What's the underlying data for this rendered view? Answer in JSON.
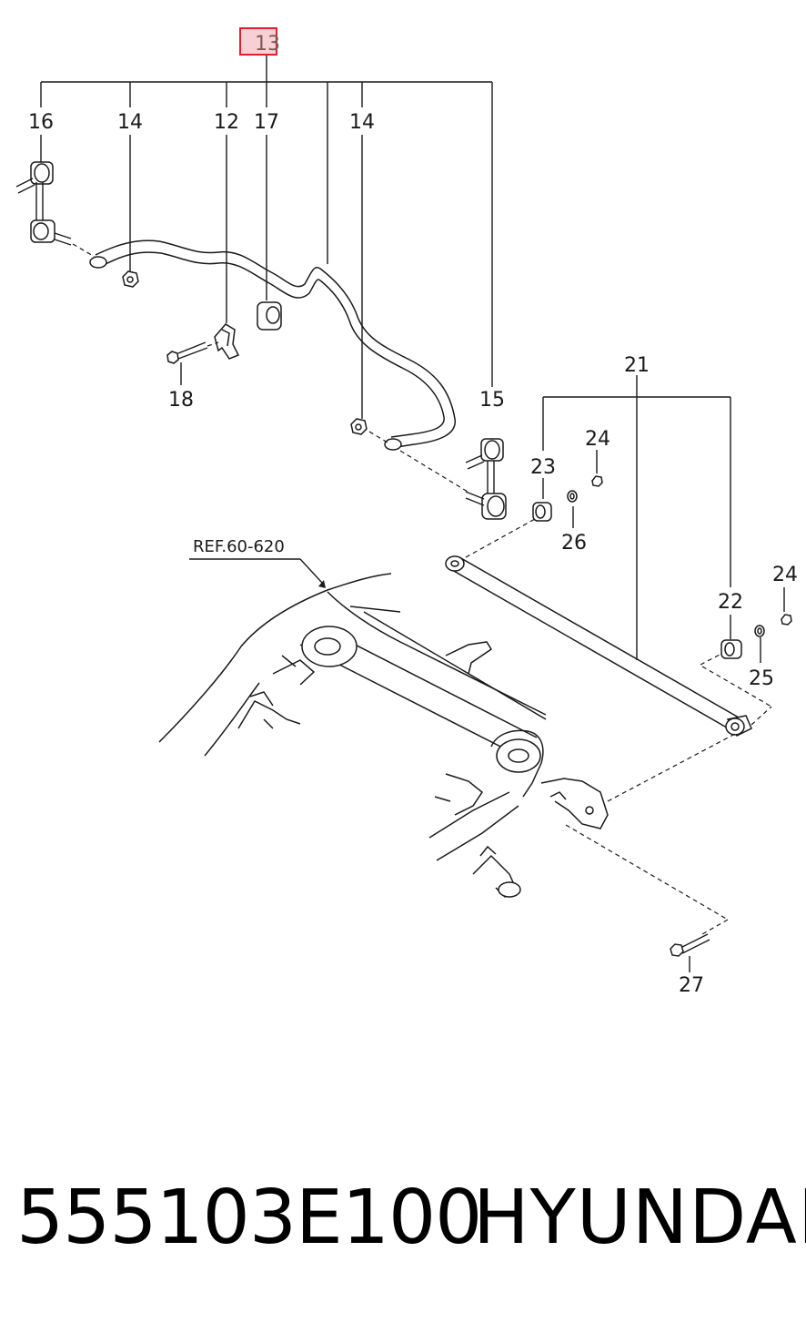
{
  "diagram": {
    "callouts": {
      "c13": "13",
      "c16": "16",
      "c14a": "14",
      "c12": "12",
      "c17": "17",
      "c14b": "14",
      "c18": "18",
      "c15": "15",
      "c21": "21",
      "c24a": "24",
      "c23": "23",
      "c26": "26",
      "c24b": "24",
      "c22": "22",
      "c25": "25",
      "c27": "27"
    },
    "reference": "REF.60-620",
    "highlight_color": "#e0202a"
  },
  "footer": {
    "part_number": "555103E100",
    "brand": "HYUNDAI"
  }
}
